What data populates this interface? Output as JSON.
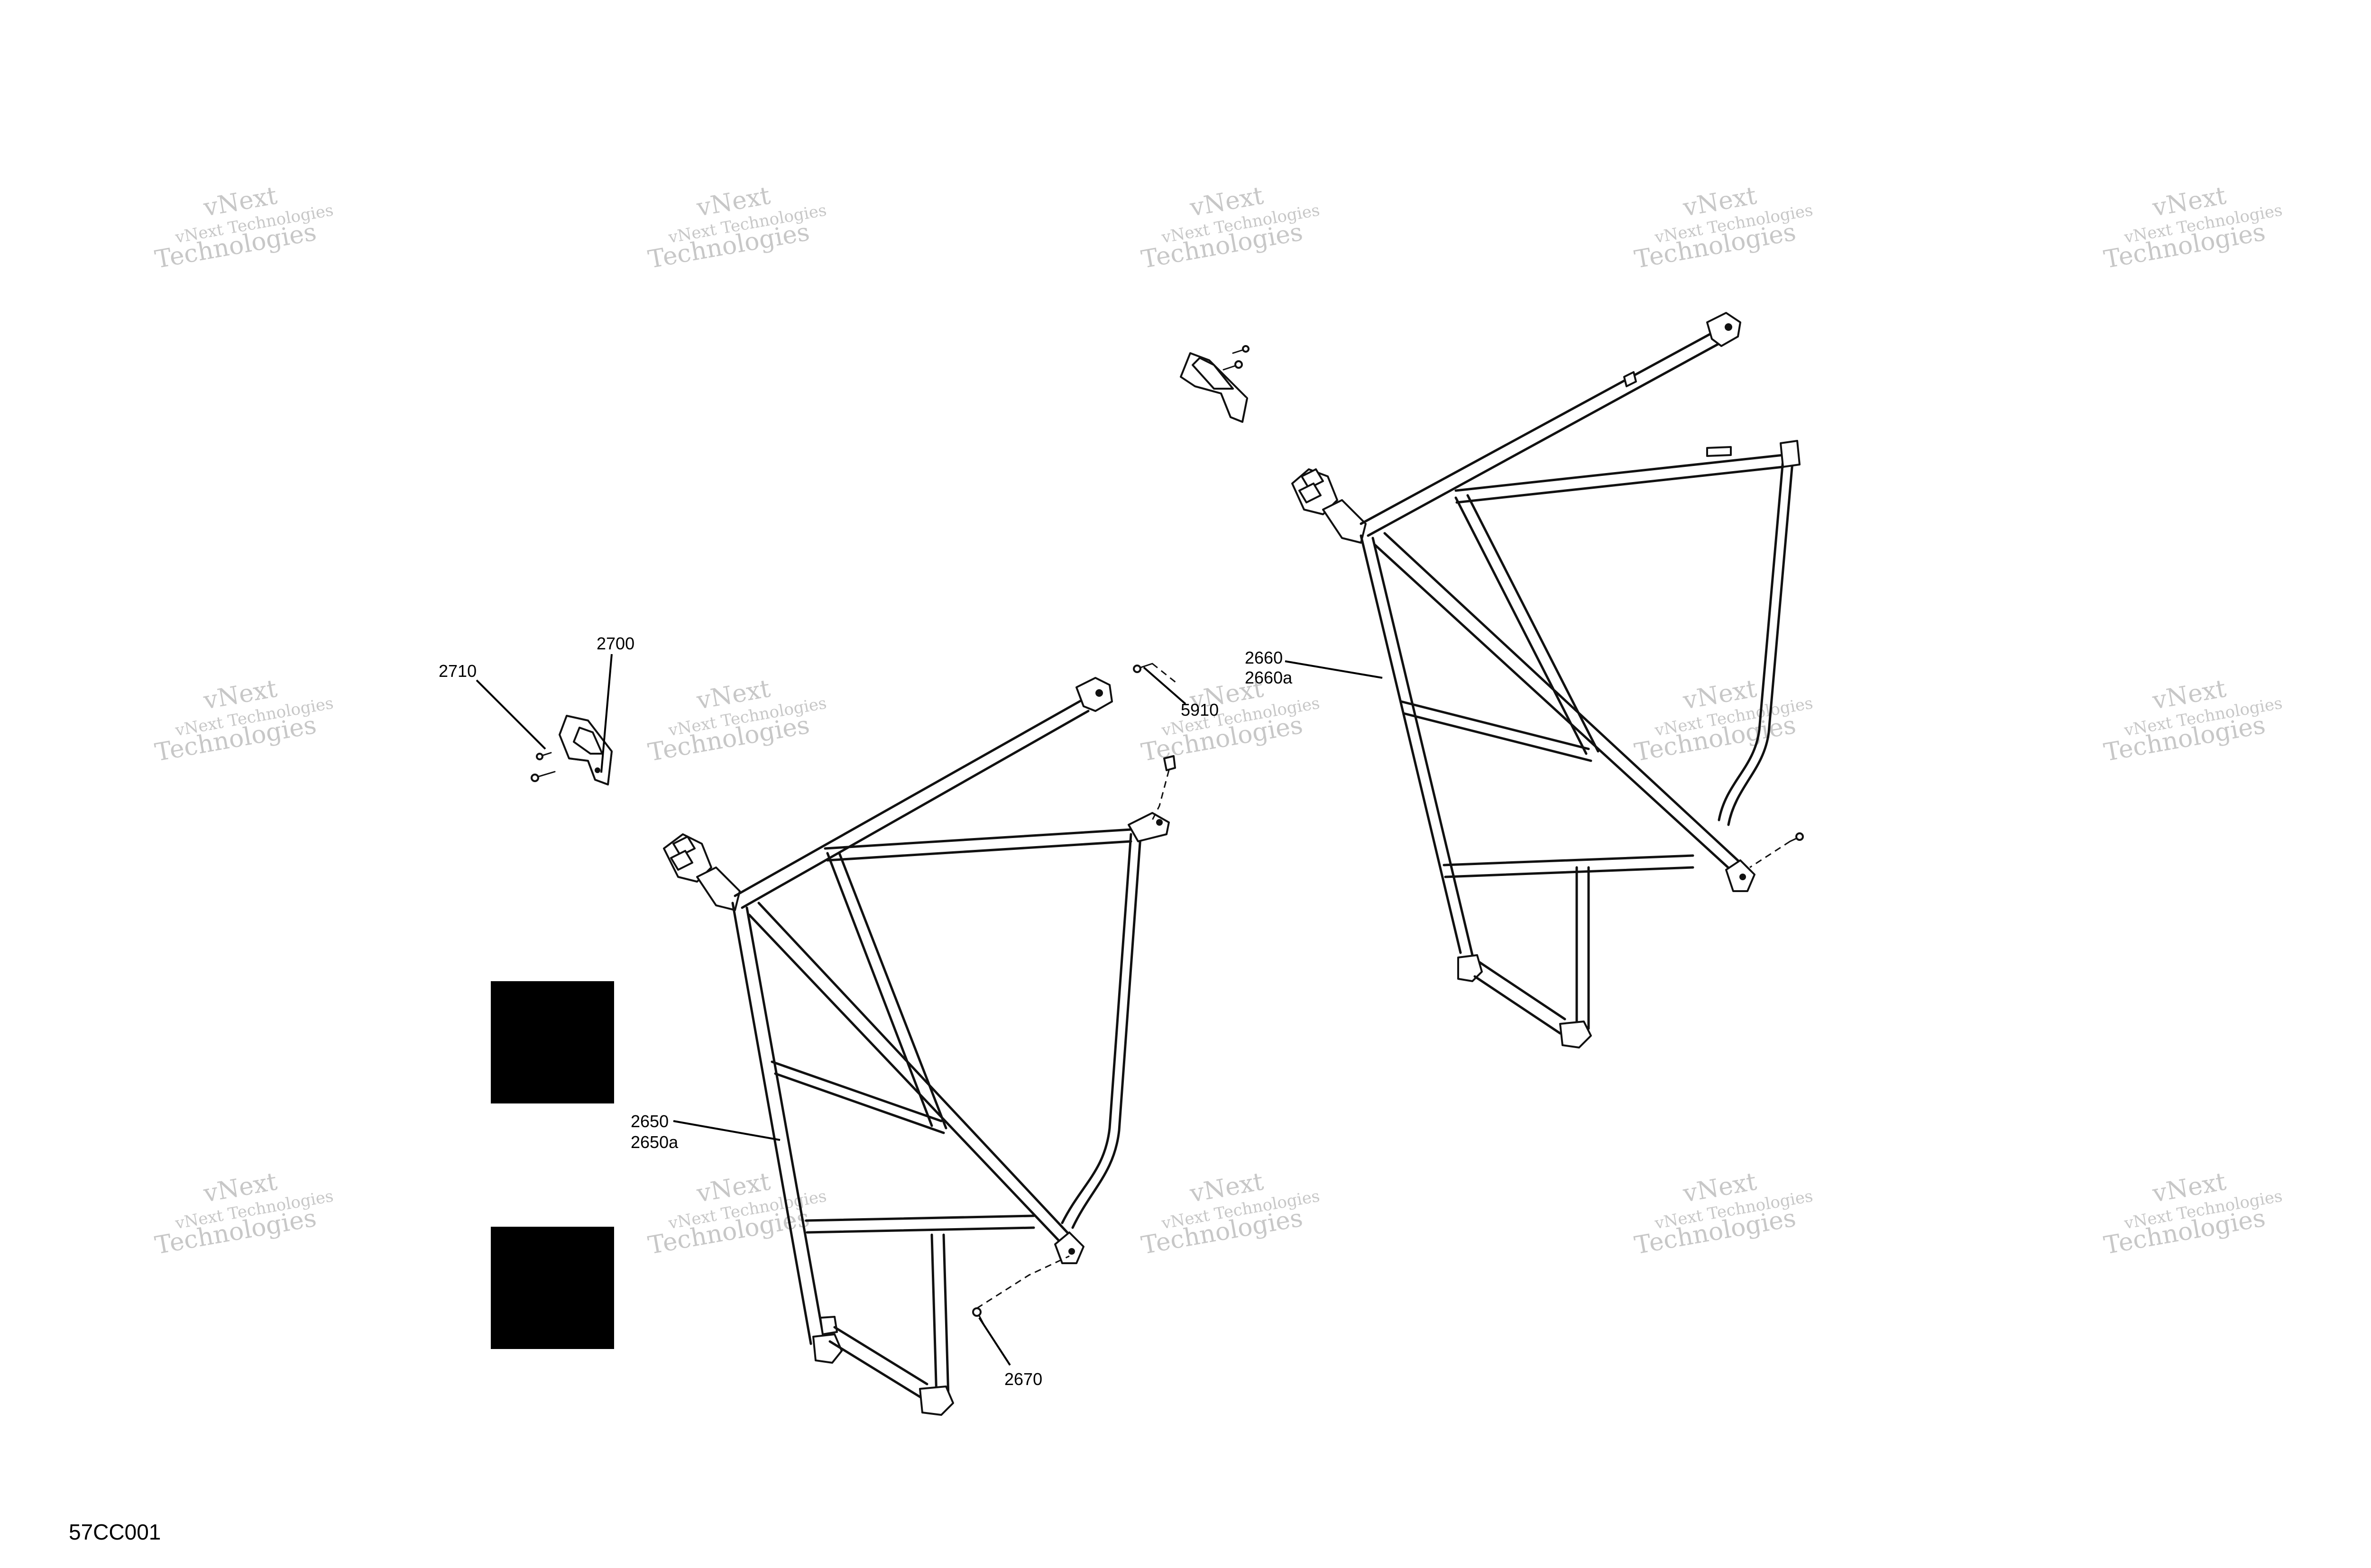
{
  "watermark": {
    "line1": "vNext Technologies",
    "line2": "vNext",
    "line3": "Technologies"
  },
  "callouts": {
    "c2700": "2700",
    "c2710": "2710",
    "c5910": "5910",
    "c2660": "2660",
    "c2660a": "2660a",
    "c2650": "2650",
    "c2650a": "2650a",
    "c2670": "2670"
  },
  "figure_code": "57CC001",
  "colors": {
    "line": "#111111",
    "swatch": "#000000",
    "watermark": "#9a9a9a"
  }
}
